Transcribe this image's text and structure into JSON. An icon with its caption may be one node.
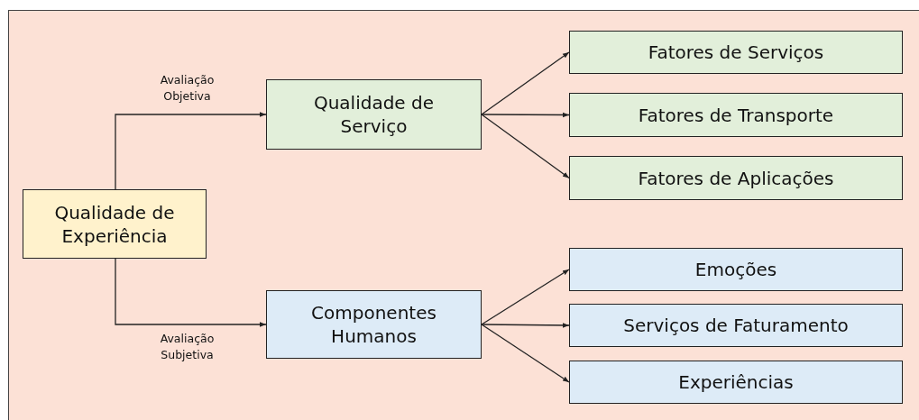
{
  "diagram": {
    "nodes": [
      {
        "text": [
          "Qualidade de Experiência"
        ]
      },
      {
        "text": [
          "Qualidade de Serviço"
        ]
      },
      {
        "text": [
          "Componentes Humanos"
        ]
      },
      {
        "text": [
          "Fatores de Serviços"
        ]
      },
      {
        "text": [
          "Fatores de Transporte"
        ]
      },
      {
        "text": [
          "Fatores de Aplicações"
        ]
      },
      {
        "text": [
          "Emoções"
        ]
      },
      {
        "text": [
          "Serviços de Faturamento"
        ]
      },
      {
        "text": [
          "Experiências"
        ]
      }
    ],
    "edges": [
      {
        "from": 0,
        "to": 1,
        "arrow": "to",
        "label": "Avaliação Objetiva"
      },
      {
        "from": 0,
        "to": 2,
        "arrow": "to",
        "label": "Avaliação Subjetiva"
      },
      {
        "from": 1,
        "to": 3,
        "arrow": "to"
      },
      {
        "from": 1,
        "to": 4,
        "arrow": "to"
      },
      {
        "from": 1,
        "to": 5,
        "arrow": "to"
      },
      {
        "from": 2,
        "to": 6,
        "arrow": "to"
      },
      {
        "from": 2,
        "to": 7,
        "arrow": "to"
      },
      {
        "from": 2,
        "to": 8,
        "arrow": "to"
      }
    ]
  }
}
